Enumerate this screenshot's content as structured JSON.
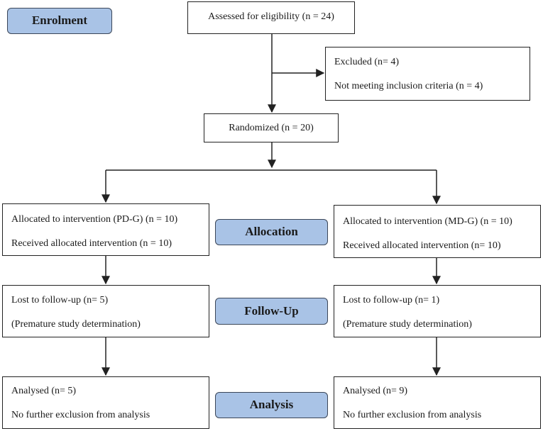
{
  "stages": {
    "enrolment": "Enrolment",
    "allocation": "Allocation",
    "followup": "Follow-Up",
    "analysis": "Analysis"
  },
  "assessed": "Assessed for eligibility (n = 24)",
  "excluded": {
    "line1": "Excluded (n= 4)",
    "line2": "Not meeting inclusion criteria (n = 4)"
  },
  "randomized": "Randomized (n = 20)",
  "left": {
    "allocation": {
      "line1": "Allocated to intervention (PD-G) (n = 10)",
      "line2": "Received allocated intervention (n = 10)"
    },
    "followup": {
      "line1": "Lost to follow-up (n= 5)",
      "line2": "(Premature study determination)"
    },
    "analysis": {
      "line1": "Analysed (n= 5)",
      "line2": "No further exclusion from analysis"
    }
  },
  "right": {
    "allocation": {
      "line1": "Allocated to intervention (MD-G) (n = 10)",
      "line2": "Received allocated intervention (n= 10)"
    },
    "followup": {
      "line1": "Lost to follow-up (n= 1)",
      "line2": "(Premature study determination)"
    },
    "analysis": {
      "line1": "Analysed (n= 9)",
      "line2": "No further exclusion from analysis"
    }
  },
  "colors": {
    "stage_fill": "#a9c3e6",
    "stage_border": "#3b4658",
    "line": "#222222"
  }
}
